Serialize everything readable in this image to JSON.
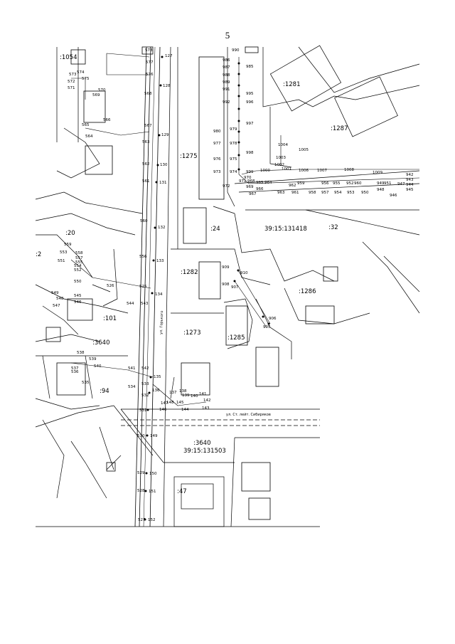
{
  "page_number": "5",
  "parcels": [
    ":1054",
    ":1281",
    ":1287",
    ":1275",
    ":24",
    ":32",
    ":20",
    ":2",
    ":1282",
    ":1286",
    ":101",
    ":1273",
    ":1285",
    ":3640",
    ":94",
    ":3640",
    ":47"
  ],
  "blocks": [
    "39:15:131418",
    "39:15:131503"
  ],
  "streets": [
    "ул. Горького",
    "ул. Ст. лейт. Сибиряков"
  ],
  "points_upper_right": [
    "986",
    "985",
    "987",
    "988",
    "989",
    "990",
    "995",
    "991",
    "992",
    "996",
    "980",
    "979",
    "997",
    "977",
    "978",
    "976",
    "975",
    "998",
    "973",
    "974",
    "999",
    "1004",
    "1005",
    "1003",
    "1002",
    "1001",
    "1000",
    "1006",
    "1007",
    "1008",
    "1009",
    "942",
    "943",
    "944",
    "945",
    "946",
    "947",
    "948",
    "949",
    "950",
    "951",
    "952",
    "953",
    "954",
    "955",
    "956",
    "957",
    "958",
    "959",
    "960",
    "961",
    "962",
    "963",
    "964",
    "965",
    "966",
    "967",
    "968",
    "969",
    "970",
    "971",
    "972"
  ],
  "points_left_column": [
    "578",
    "577",
    "576",
    "575",
    "574",
    "573",
    "572",
    "571",
    "570",
    "569",
    "568",
    "567",
    "566",
    "565",
    "564",
    "563",
    "562",
    "561",
    "560",
    "559",
    "558",
    "557",
    "556",
    "555",
    "554",
    "553",
    "552",
    "551",
    "550",
    "549",
    "548",
    "547",
    "546",
    "545",
    "544",
    "543",
    "542",
    "541",
    "540",
    "539",
    "538",
    "537",
    "536",
    "535",
    "534",
    "533",
    "532",
    "531",
    "530",
    "529",
    "528",
    "527",
    "526",
    "525"
  ],
  "points_right_column": [
    "127",
    "128",
    "129",
    "130",
    "131",
    "132",
    "133",
    "134",
    "135",
    "136",
    "137",
    "138",
    "139",
    "140",
    "141",
    "142",
    "143",
    "144",
    "145",
    "146",
    "147",
    "148",
    "149",
    "150",
    "151",
    "152"
  ],
  "points_middle": [
    "909",
    "910",
    "908",
    "907",
    "906",
    "905"
  ]
}
